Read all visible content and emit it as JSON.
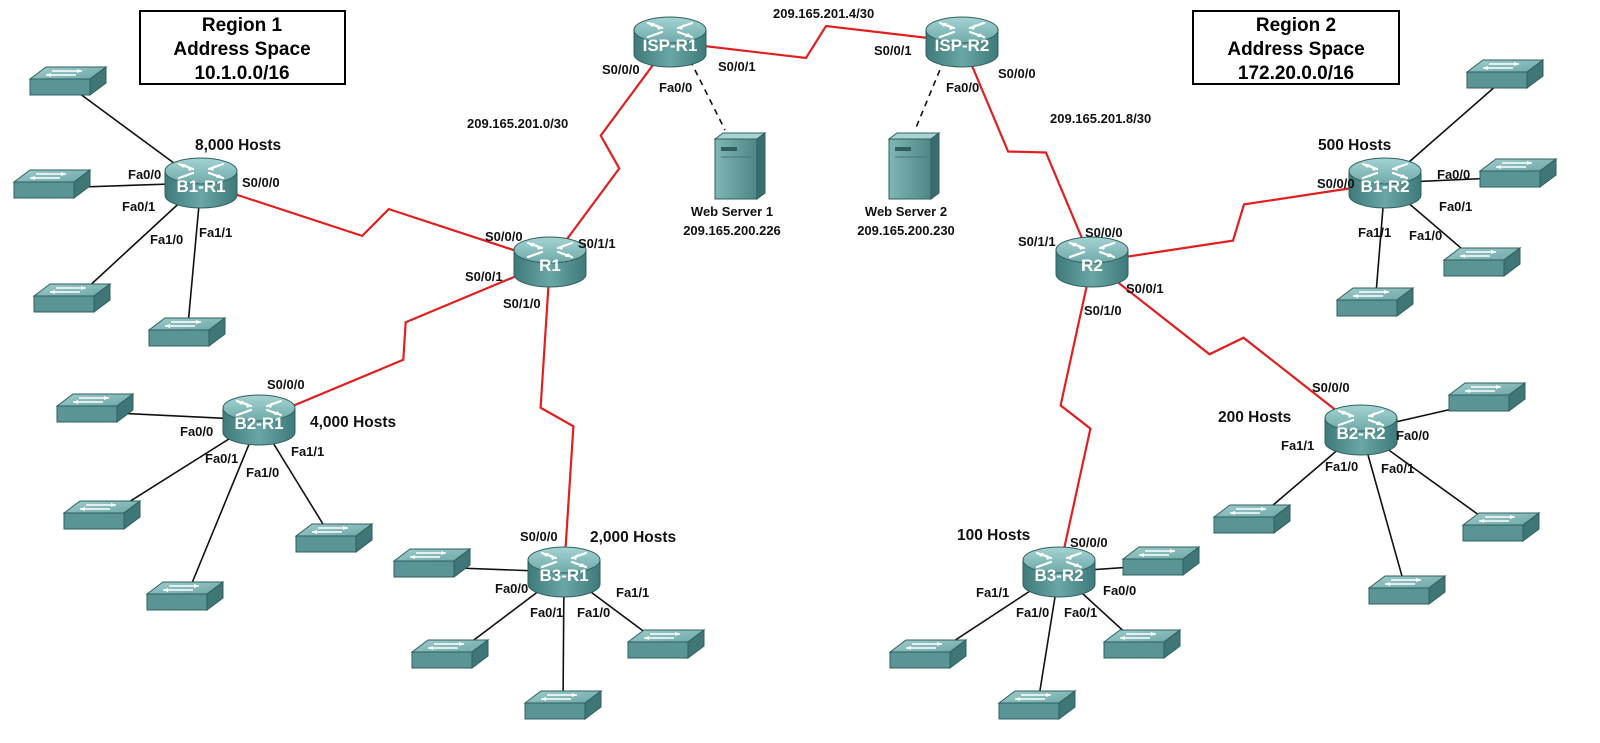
{
  "regions": [
    {
      "lines": [
        "Region 1",
        "Address Space",
        "10.1.0.0/16"
      ]
    },
    {
      "lines": [
        "Region 2",
        "Address Space",
        "172.20.0.0/16"
      ]
    }
  ],
  "routers": [
    {
      "id": "ISP-R1",
      "label": "ISP-R1"
    },
    {
      "id": "ISP-R2",
      "label": "ISP-R2"
    },
    {
      "id": "R1",
      "label": "R1"
    },
    {
      "id": "R2",
      "label": "R2"
    },
    {
      "id": "B1-R1",
      "label": "B1-R1"
    },
    {
      "id": "B2-R1",
      "label": "B2-R1"
    },
    {
      "id": "B3-R1",
      "label": "B3-R1"
    },
    {
      "id": "B1-R2",
      "label": "B1-R2"
    },
    {
      "id": "B2-R2",
      "label": "B2-R2"
    },
    {
      "id": "B3-R2",
      "label": "B3-R2"
    }
  ],
  "servers": [
    {
      "id": "ws1",
      "name": "Web Server 1",
      "ip": "209.165.200.226"
    },
    {
      "id": "ws2",
      "name": "Web Server 2",
      "ip": "209.165.200.230"
    }
  ],
  "networks": [
    {
      "id": "net-isp",
      "text": "209.165.201.4/30"
    },
    {
      "id": "net-r1",
      "text": "209.165.201.0/30"
    },
    {
      "id": "net-r2",
      "text": "209.165.201.8/30"
    }
  ],
  "hosts": [
    {
      "id": "h-b1r1",
      "text": "8,000 Hosts"
    },
    {
      "id": "h-b2r1",
      "text": "4,000 Hosts"
    },
    {
      "id": "h-b3r1",
      "text": "2,000 Hosts"
    },
    {
      "id": "h-b1r2",
      "text": "500 Hosts"
    },
    {
      "id": "h-b2r2",
      "text": "200 Hosts"
    },
    {
      "id": "h-b3r2",
      "text": "100 Hosts"
    }
  ],
  "interfaces": [
    {
      "id": "if1",
      "text": "S0/0/0"
    },
    {
      "id": "if2",
      "text": "Fa0/0"
    },
    {
      "id": "if3",
      "text": "S0/0/1"
    },
    {
      "id": "if4",
      "text": "S0/0/1"
    },
    {
      "id": "if5",
      "text": "Fa0/0"
    },
    {
      "id": "if6",
      "text": "S0/0/0"
    },
    {
      "id": "if7",
      "text": "S0/0/0"
    },
    {
      "id": "if8",
      "text": "S0/1/1"
    },
    {
      "id": "if9",
      "text": "S0/0/1"
    },
    {
      "id": "if10",
      "text": "S0/1/0"
    },
    {
      "id": "if11",
      "text": "S0/1/1"
    },
    {
      "id": "if12",
      "text": "S0/0/0"
    },
    {
      "id": "if13",
      "text": "S0/0/1"
    },
    {
      "id": "if14",
      "text": "S0/1/0"
    },
    {
      "id": "if15",
      "text": "Fa0/0"
    },
    {
      "id": "if16",
      "text": "Fa0/1"
    },
    {
      "id": "if17",
      "text": "S0/0/0"
    },
    {
      "id": "if18",
      "text": "Fa1/0"
    },
    {
      "id": "if19",
      "text": "Fa1/1"
    },
    {
      "id": "if20",
      "text": "S0/0/0"
    },
    {
      "id": "if21",
      "text": "Fa0/0"
    },
    {
      "id": "if22",
      "text": "Fa0/1"
    },
    {
      "id": "if23",
      "text": "Fa1/0"
    },
    {
      "id": "if24",
      "text": "Fa1/1"
    },
    {
      "id": "if25",
      "text": "S0/0/0"
    },
    {
      "id": "if26",
      "text": "Fa0/0"
    },
    {
      "id": "if27",
      "text": "Fa0/1"
    },
    {
      "id": "if28",
      "text": "Fa1/0"
    },
    {
      "id": "if29",
      "text": "Fa1/1"
    },
    {
      "id": "if30",
      "text": "S0/0/0"
    },
    {
      "id": "if31",
      "text": "Fa0/0"
    },
    {
      "id": "if32",
      "text": "Fa0/1"
    },
    {
      "id": "if33",
      "text": "Fa1/1"
    },
    {
      "id": "if34",
      "text": "Fa1/0"
    },
    {
      "id": "if35",
      "text": "S0/0/0"
    },
    {
      "id": "if36",
      "text": "Fa0/0"
    },
    {
      "id": "if37",
      "text": "Fa1/1"
    },
    {
      "id": "if38",
      "text": "Fa1/0"
    },
    {
      "id": "if39",
      "text": "Fa0/1"
    },
    {
      "id": "if40",
      "text": "S0/0/0"
    },
    {
      "id": "if41",
      "text": "Fa0/0"
    },
    {
      "id": "if42",
      "text": "Fa1/1"
    },
    {
      "id": "if43",
      "text": "Fa1/0"
    },
    {
      "id": "if44",
      "text": "Fa0/1"
    }
  ],
  "colors": {
    "serial_link": "#e02020",
    "ethernet_link": "#111111",
    "device_body": "#5e9c9c",
    "device_top": "#8cc3c3",
    "device_dark": "#3d7474"
  },
  "icons": {
    "router": "router-icon",
    "switch": "switch-icon",
    "server": "server-icon"
  }
}
